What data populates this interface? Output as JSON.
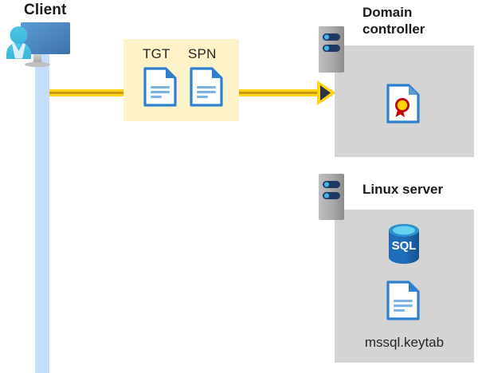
{
  "diagram": {
    "title": "Kerberos authentication flow between client, domain controller and Linux server",
    "colors": {
      "message_box": "#fdf2c8",
      "zone_box": "#d4d4d4",
      "arrow": "#ffd416",
      "arrow_core": "#c89a12",
      "lifeline": "#c3ddfa",
      "doc_border": "#2f7fd1",
      "rack_body": "#a6a6a6",
      "rack_bar": "#203864",
      "rack_led": "#41b6e6",
      "sql_blue": "#1d6cb8",
      "seal_red": "#c00000",
      "seal_gold": "#ffd400",
      "text": "#1a1a1a"
    },
    "actors": [
      {
        "id": "client",
        "label": "Client",
        "icon": "user-monitor-icon"
      }
    ],
    "message": {
      "box_label": "kerberos-ticket-message",
      "documents": [
        {
          "label": "TGT",
          "icon": "document-icon"
        },
        {
          "label": "SPN",
          "icon": "document-icon"
        }
      ],
      "arrow": {
        "icon": "arrow-right-icon",
        "direction": "right",
        "from": "client",
        "to": "domain-controller"
      }
    },
    "zones": [
      {
        "id": "domain-controller",
        "title": "Domain controller",
        "rack_icon": "server-rack-icon",
        "items": [
          {
            "icon": "certificate-document-icon",
            "label": ""
          }
        ]
      },
      {
        "id": "linux-server",
        "title": "Linux server",
        "rack_icon": "server-rack-icon",
        "items": [
          {
            "icon": "sql-database-icon",
            "label": "SQL"
          },
          {
            "icon": "document-icon",
            "label": "mssql.keytab"
          }
        ]
      }
    ]
  }
}
